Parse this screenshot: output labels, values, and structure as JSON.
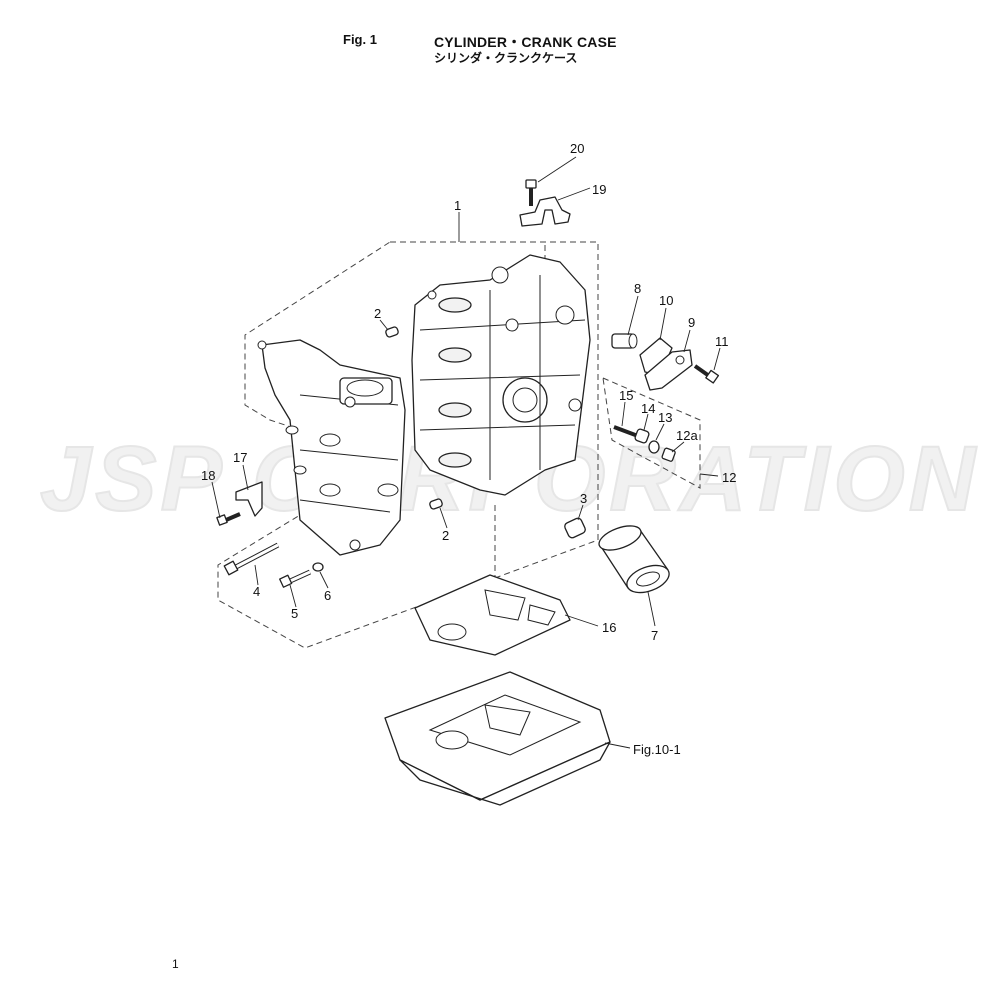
{
  "header": {
    "fig_label": "Fig. 1",
    "title_en": "CYLINDER・CRANK CASE",
    "title_jp": "シリンダ・クランクケース"
  },
  "watermark": "JSP CORPORATION",
  "callouts": [
    "1",
    "2",
    "2",
    "3",
    "4",
    "5",
    "6",
    "7",
    "8",
    "9",
    "10",
    "11",
    "12",
    "12a",
    "13",
    "14",
    "15",
    "16",
    "17",
    "18",
    "19",
    "20"
  ],
  "reference": "Fig.10-1",
  "page_number": "1"
}
